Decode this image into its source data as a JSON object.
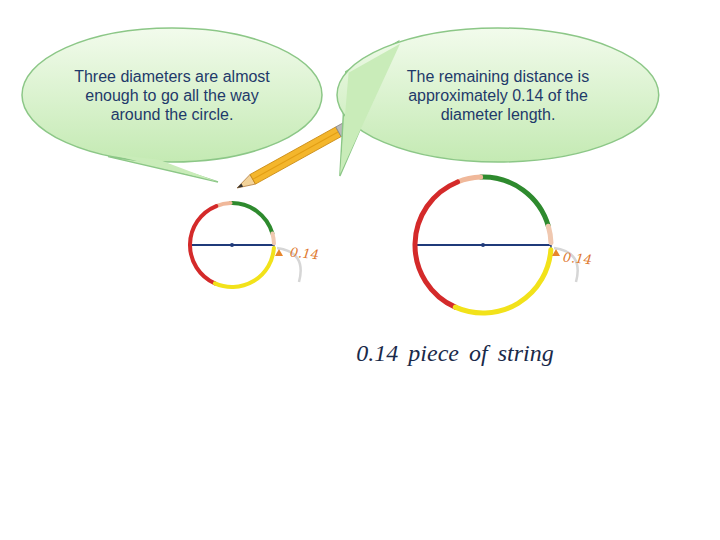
{
  "diagram": {
    "nodes": [
      {
        "text": [
          "Three diameters are almost enough to go all the way around the circle."
        ]
      },
      {
        "text": [
          "The remaining distance is approximately 0.14 of the diameter length."
        ]
      }
    ],
    "labels": [
      "0.14",
      "0.14",
      "0.14 piece of string"
    ]
  }
}
